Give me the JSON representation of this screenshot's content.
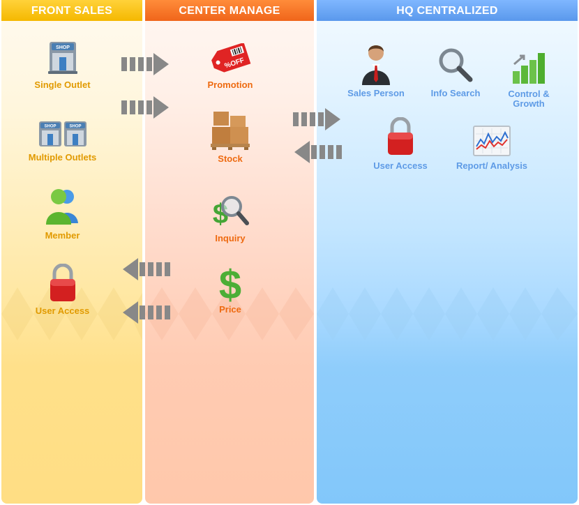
{
  "columns": {
    "front": {
      "title": "FRONT SALES"
    },
    "center": {
      "title": "CENTER MANAGE"
    },
    "hq": {
      "title": "HQ CENTRALIZED"
    }
  },
  "front_items": {
    "single_outlet": {
      "label": "Single Outlet",
      "icon": "shop-icon",
      "sign": "SHOP"
    },
    "multiple_outlets": {
      "label": "Multiple Outlets",
      "icon": "shops-icon",
      "sign": "SHOP"
    },
    "member": {
      "label": "Member",
      "icon": "members-icon"
    },
    "user_access": {
      "label": "User Access",
      "icon": "padlock-icon"
    }
  },
  "center_items": {
    "promotion": {
      "label": "Promotion",
      "icon": "discount-tag-icon",
      "tag_text": "%OFF"
    },
    "stock": {
      "label": "Stock",
      "icon": "boxes-pallet-icon"
    },
    "inquiry": {
      "label": "Inquiry",
      "icon": "dollar-magnifier-icon"
    },
    "price": {
      "label": "Price",
      "icon": "dollar-sign-icon"
    }
  },
  "hq_items": {
    "sales_person": {
      "label": "Sales Person",
      "icon": "businessman-icon"
    },
    "info_search": {
      "label": "Info Search",
      "icon": "magnifier-icon"
    },
    "control_growth": {
      "label_line1": "Control &",
      "label_line2": "Growth",
      "icon": "growth-chart-icon"
    },
    "user_access": {
      "label": "User Access",
      "icon": "padlock-icon"
    },
    "report_analysis": {
      "label": "Report/ Analysis",
      "icon": "line-chart-icon"
    }
  },
  "colors": {
    "front_accent": "#e19a00",
    "center_accent": "#ee6a10",
    "hq_accent": "#5e9be6",
    "arrow": "#888888"
  }
}
